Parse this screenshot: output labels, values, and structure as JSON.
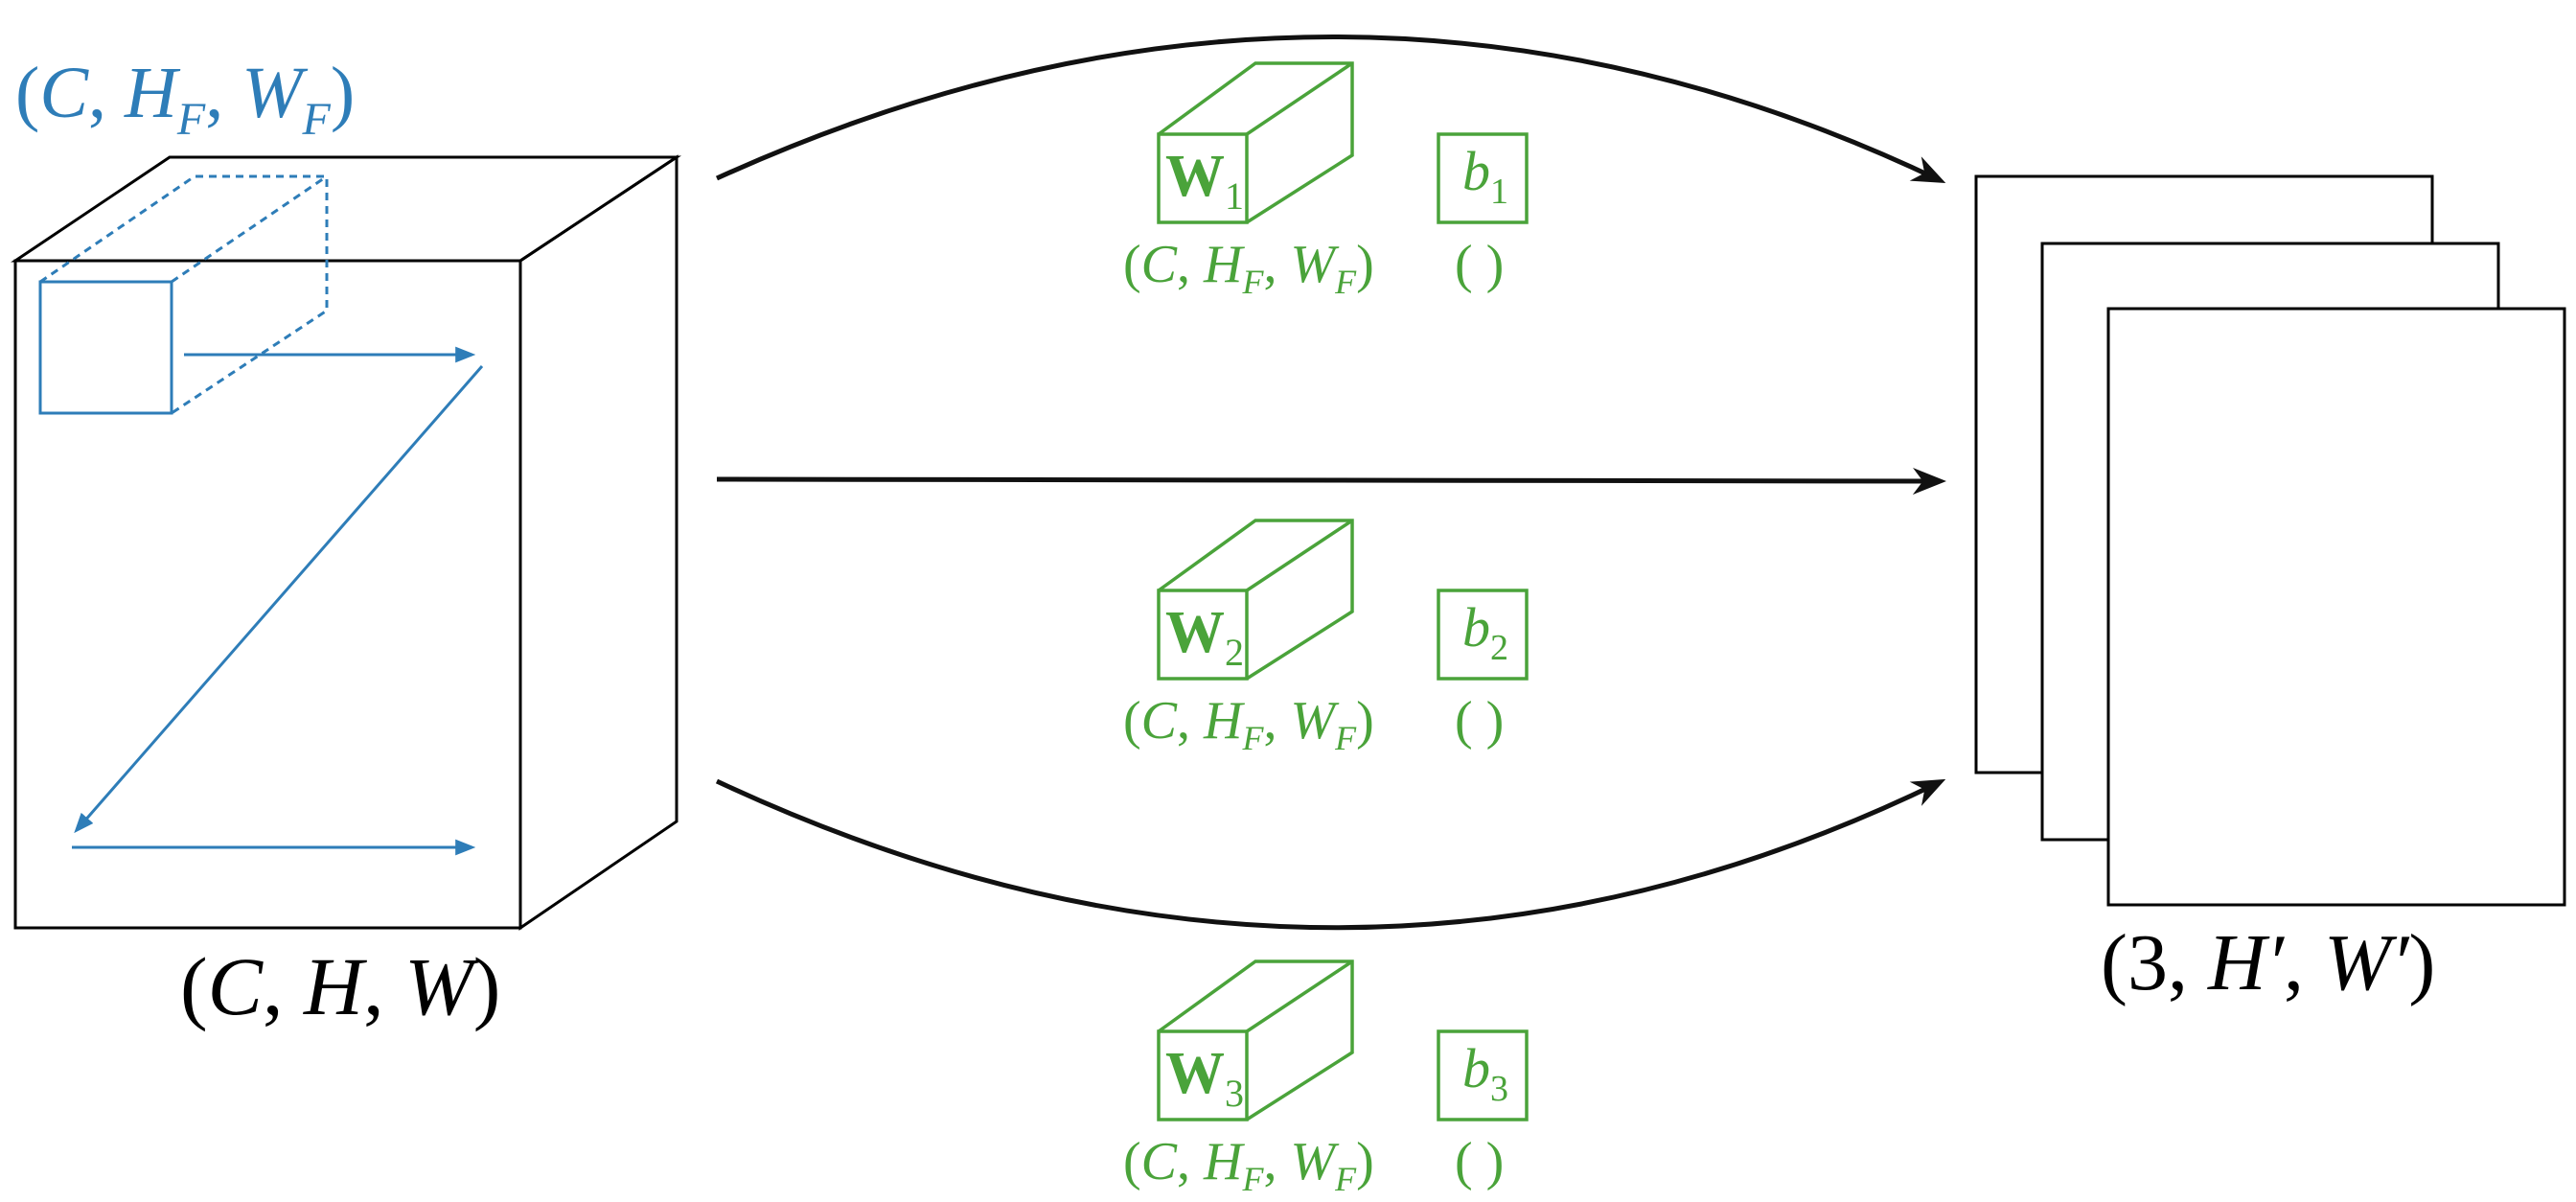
{
  "colors": {
    "filter": "#2e7db8",
    "weights": "#4aa33a",
    "outline": "#000000"
  },
  "input": {
    "filter_shape": {
      "open": "(",
      "C": "C",
      "comma1": ", ",
      "H": "H",
      "Hsub": "F",
      "comma2": ", ",
      "W": "W",
      "Wsub": "F",
      "close": ")"
    },
    "volume_shape": {
      "open": "(",
      "C": "C",
      "comma1": ", ",
      "H": "H",
      "comma2": ", ",
      "W": "W",
      "close": ")"
    }
  },
  "filters": [
    {
      "weight": "W",
      "weight_sub": "1",
      "bias": "b",
      "bias_sub": "1",
      "bias_shape": "( )",
      "shape": {
        "open": "(",
        "C": "C",
        "comma1": ", ",
        "H": "H",
        "Hsub": "F",
        "comma2": ", ",
        "W": "W",
        "Wsub": "F",
        "close": ")"
      }
    },
    {
      "weight": "W",
      "weight_sub": "2",
      "bias": "b",
      "bias_sub": "2",
      "bias_shape": "( )",
      "shape": {
        "open": "(",
        "C": "C",
        "comma1": ", ",
        "H": "H",
        "Hsub": "F",
        "comma2": ", ",
        "W": "W",
        "Wsub": "F",
        "close": ")"
      }
    },
    {
      "weight": "W",
      "weight_sub": "3",
      "bias": "b",
      "bias_sub": "3",
      "bias_shape": "( )",
      "shape": {
        "open": "(",
        "C": "C",
        "comma1": ", ",
        "H": "H",
        "Hsub": "F",
        "comma2": ", ",
        "W": "W",
        "Wsub": "F",
        "close": ")"
      }
    }
  ],
  "output": {
    "shape": {
      "open": "(",
      "n": "3",
      "comma1": ", ",
      "H": "H′",
      "comma2": ", ",
      "W": "W′",
      "close": ")"
    }
  }
}
